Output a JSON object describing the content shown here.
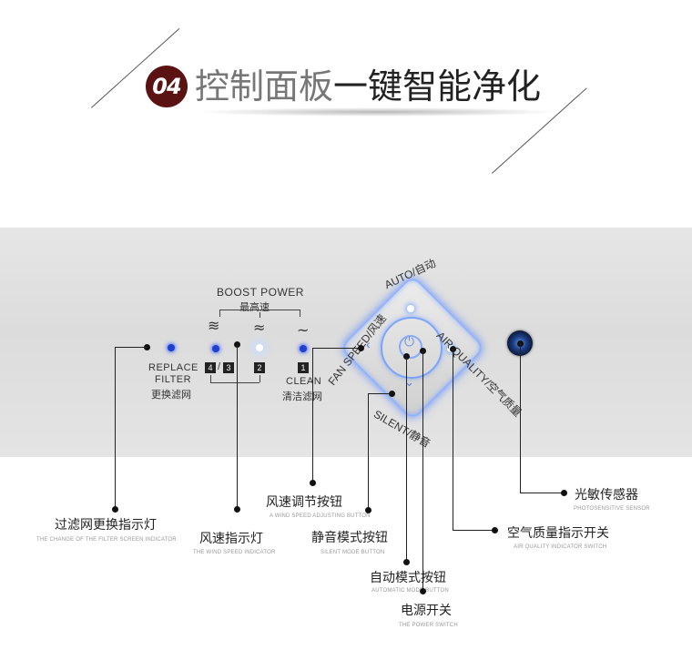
{
  "header": {
    "badge": "04",
    "title_light": "控制面板",
    "title_dark": "一键智能净化"
  },
  "panel": {
    "boost_power": "BOOST POWER",
    "boost_power_cn": "最高速",
    "replace_filter_line1": "REPLACE",
    "replace_filter_line2": "FILTER",
    "replace_filter_cn": "更换滤网",
    "key_4": "4",
    "key_slash": "/",
    "key_3": "3",
    "key_2": "2",
    "key_1": "1",
    "clean": "CLEAN",
    "clean_cn": "清洁滤网",
    "auto_label": "AUTO/自动",
    "air_quality_label": "AIR QUALITY/空气质量",
    "fan_speed_label": "FAN SPEED/风速",
    "silent_label": "SILENT/静音"
  },
  "callouts": {
    "filter_indicator_cn": "过滤网更换指示灯",
    "filter_indicator_en": "THE CHANGE OF THE FILTER SCREEN INDICATOR",
    "wind_indicator_cn": "风速指示灯",
    "wind_indicator_en": "THE WIND SPEED INDICATOR",
    "wind_button_cn": "风速调节按钮",
    "wind_button_en": "A WIND SPEED ADJUSTING BUTTON",
    "silent_button_cn": "静音模式按钮",
    "silent_button_en": "SILENT MODE BUTTON",
    "auto_button_cn": "自动模式按钮",
    "auto_button_en": "AUTOMATIC MODE BUTTON",
    "power_switch_cn": "电源开关",
    "power_switch_en": "THE POWER SWITCH",
    "air_quality_switch_cn": "空气质量指示开关",
    "air_quality_switch_en": "AIR QUALITY INDICATOR SWITCH",
    "sensor_cn": "光敏传感器",
    "sensor_en": "PHOTOSENSITIVE SENSOR"
  },
  "colors": {
    "badge": "#5a1212",
    "led_blue": "#1f3fd0",
    "glow": "#8fb3ff"
  }
}
